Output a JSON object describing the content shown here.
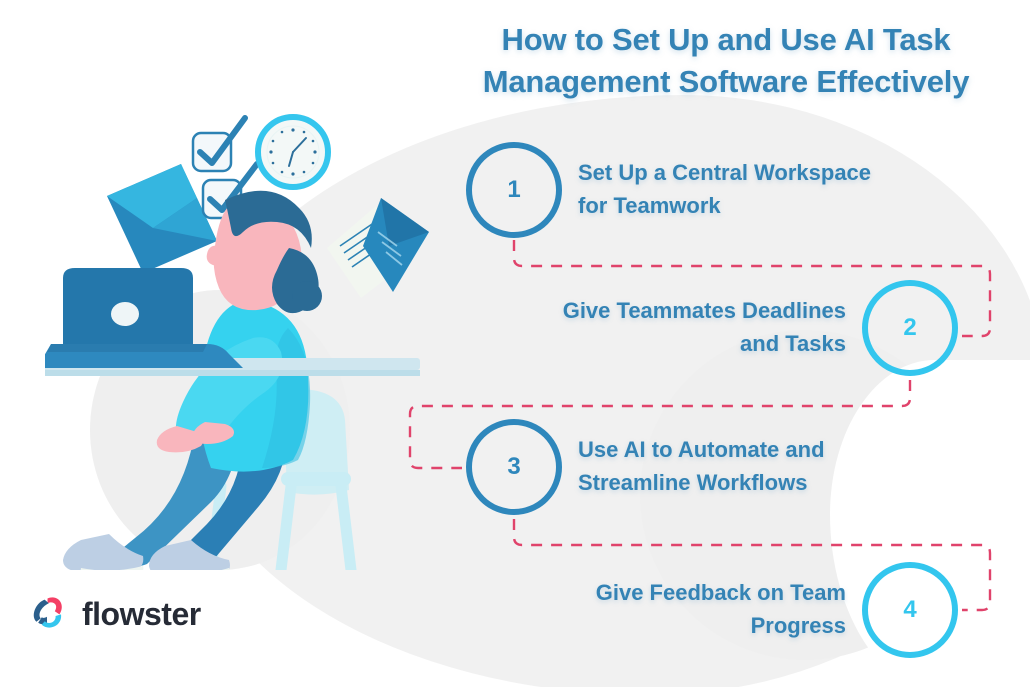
{
  "title": "How to Set Up and Use AI Task Management Software Effectively",
  "title_lines": [
    "How to Set Up and Use AI Task",
    "Management Software Effectively"
  ],
  "brand": {
    "name": "flowster",
    "logo_icon": "flowster-triangle-swirl-logo",
    "mark_colors": [
      "#2b5f8c",
      "#f43f65",
      "#35c6ee"
    ],
    "text_color": "#262b36"
  },
  "colors": {
    "title": "#3483b5",
    "step_text": "#3483b5",
    "circle_dark": "#2e87bc",
    "circle_light": "#33c6ee",
    "connector": "#e0436b",
    "background": "#ffffff",
    "blob": "#f1f1f1"
  },
  "steps": [
    {
      "number": "1",
      "label_lines": [
        "Set Up a Central Workspace",
        "for Teamwork"
      ],
      "label": "Set Up a Central Workspace for Teamwork",
      "circle_style": "dark",
      "text_align": "left"
    },
    {
      "number": "2",
      "label_lines": [
        "Give Teammates Deadlines",
        "and Tasks"
      ],
      "label": "Give Teammates Deadlines and Tasks",
      "circle_style": "light",
      "text_align": "right"
    },
    {
      "number": "3",
      "label_lines": [
        "Use AI to Automate and",
        "Streamline Workflows"
      ],
      "label": "Use AI to Automate and Streamline Workflows",
      "circle_style": "dark",
      "text_align": "left"
    },
    {
      "number": "4",
      "label_lines": [
        "Give Feedback on Team",
        "Progress"
      ],
      "label": "Give Feedback on Team Progress",
      "circle_style": "light",
      "text_align": "right"
    }
  ],
  "illustration": {
    "name": "woman-working-at-laptop-illustration",
    "elements": [
      "envelope-icon",
      "checkbox-checked-icon",
      "checkbox-checked-icon",
      "clock-icon",
      "documents-icon",
      "laptop-icon",
      "desk",
      "chair",
      "person"
    ]
  }
}
